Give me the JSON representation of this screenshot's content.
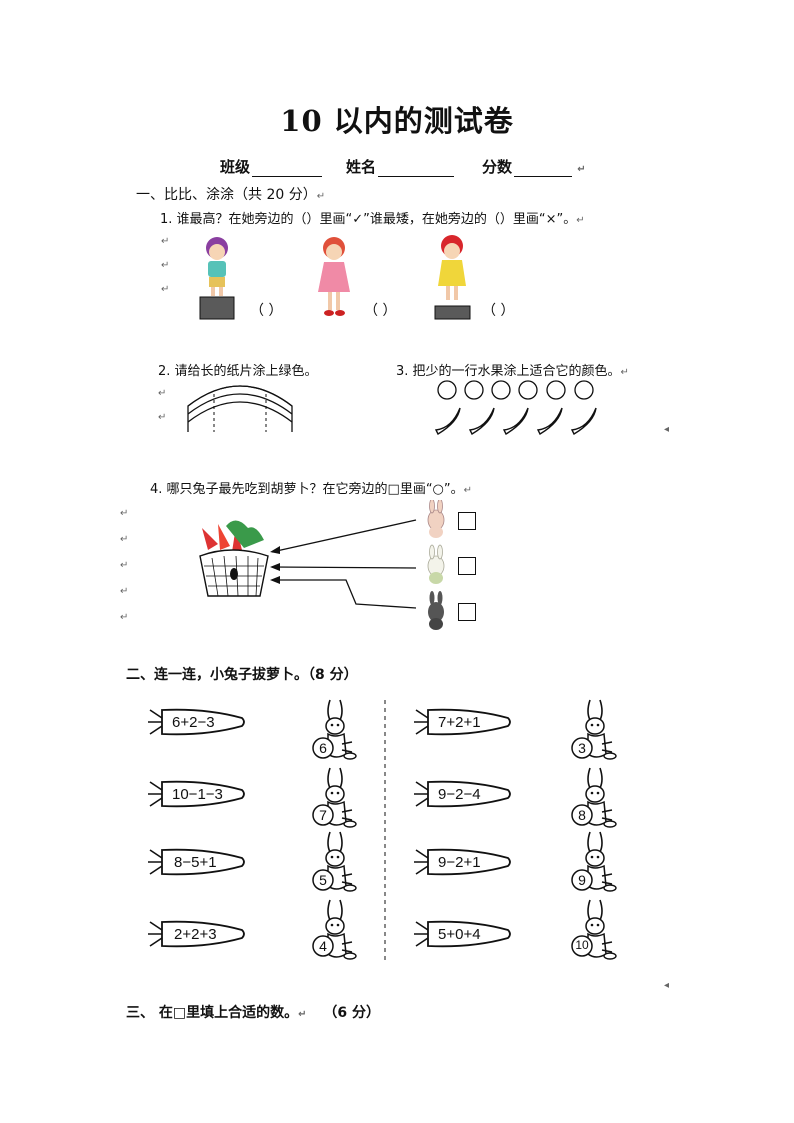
{
  "title": "10 以内的测试卷",
  "info": {
    "class_label": "班级",
    "name_label": "姓名",
    "score_label": "分数"
  },
  "section1": {
    "heading": "一、比比、涂涂（共 20 分）",
    "q1": "1. 谁最高？在她旁边的（）里画“✓”谁最矮，在她旁边的（）里画“×”。",
    "paren": "（  ）",
    "q2": "2. 请给长的纸片涂上绿色。",
    "q3": "3. 把少的一行水果涂上适合它的颜色。",
    "q4": "4. 哪只兔子最先吃到胡萝卜？在它旁边的□里画“○”。"
  },
  "section2": {
    "heading": "二、连一连，小兔子拔萝卜。（8 分）",
    "left_carrots": [
      "6+2−3",
      "10−1−3",
      "8−5+1",
      "2+2+3"
    ],
    "left_rabbits": [
      "6",
      "7",
      "5",
      "4"
    ],
    "right_carrots": [
      "7+2+1",
      "9−2−4",
      "9−2+1",
      "5+0+4"
    ],
    "right_rabbits": [
      "3",
      "8",
      "9",
      "10"
    ]
  },
  "section3": {
    "heading": "三、  在□里填上合适的数。",
    "points": "（6 分）"
  },
  "marks": {
    "return": "↵",
    "anchor": "◂"
  }
}
